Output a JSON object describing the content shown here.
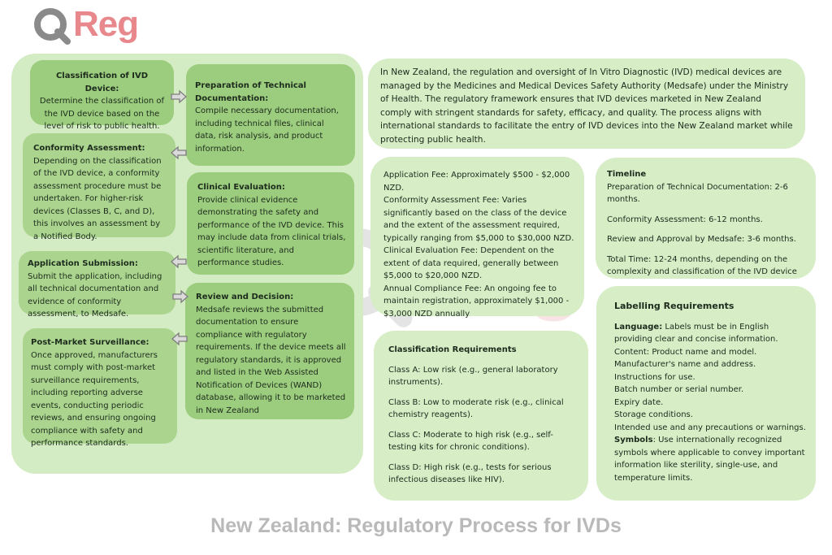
{
  "logo": {
    "text": "Reg"
  },
  "flow": {
    "classification": {
      "title": "Classification of IVD Device:",
      "body": "Determine the classification of the IVD device based on the level of risk to public health."
    },
    "preparation": {
      "title": "Preparation of Technical Documentation:",
      "body": "Compile necessary documentation, including technical files, clinical data, risk analysis, and product information."
    },
    "conformity": {
      "title": "Conformity Assessment:",
      "body": "Depending on the classification of the IVD device, a conformity assessment procedure must be undertaken. For higher-risk devices (Classes B, C, and D), this involves an assessment by a Notified Body."
    },
    "clinical": {
      "title": "Clinical Evaluation:",
      "body": "Provide clinical evidence demonstrating the safety and performance of the IVD device. This may include data from clinical trials, scientific literature, and performance studies."
    },
    "application": {
      "title": "Application Submission:",
      "body": "Submit the application, including all technical documentation and evidence of conformity assessment, to Medsafe."
    },
    "review": {
      "title": "Review and Decision:",
      "body": "Medsafe reviews the submitted documentation to ensure compliance with regulatory requirements. If the device meets all regulatory standards, it is approved and listed in the Web Assisted Notification of Devices (WAND) database, allowing it to be marketed in New Zealand"
    },
    "postmarket": {
      "title": "Post-Market Surveillance:",
      "body": "Once approved, manufacturers must comply with post-market surveillance requirements, including reporting adverse events, conducting periodic reviews, and ensuring ongoing compliance with safety and performance standards."
    }
  },
  "intro": {
    "text": "In New Zealand, the regulation and oversight of In Vitro Diagnostic (IVD) medical devices are managed by the Medicines and Medical Devices Safety Authority (Medsafe) under the Ministry of Health. The regulatory framework ensures that IVD devices marketed in New Zealand comply with stringent standards for safety, efficacy, and quality. The process aligns with international standards to facilitate the entry of IVD devices into the New Zealand market while protecting public health."
  },
  "fees": {
    "application": "Application Fee: Approximately $500 - $2,000 NZD.",
    "conformity": "Conformity Assessment Fee: Varies significantly based on the class of the device and the extent of the assessment required, typically ranging from $5,000 to $30,000 NZD.",
    "clinical": "Clinical Evaluation Fee: Dependent on the extent of data required, generally between $5,000 to $20,000 NZD.",
    "annual": "Annual Compliance Fee: An ongoing fee to maintain registration, approximately $1,000 - $3,000 NZD annually"
  },
  "timeline": {
    "title": "Timeline",
    "items": [
      "Preparation of Technical Documentation: 2-6 months.",
      "Conformity Assessment: 6-12 months.",
      "Review and Approval by Medsafe: 3-6 months.",
      "Total Time: 12-24 months, depending on the complexity and classification of the IVD device"
    ]
  },
  "classification_req": {
    "title": "Classification Requirements",
    "items": [
      "Class A: Low risk (e.g., general laboratory instruments).",
      "Class B: Low to moderate risk (e.g., clinical chemistry reagents).",
      "Class C: Moderate to high risk (e.g., self-testing kits for chronic conditions).",
      "Class D: High risk (e.g., tests for serious infectious diseases like HIV)."
    ]
  },
  "labelling": {
    "title": "Labelling Requirements",
    "language_label": "Language:",
    "language_text": " Labels must be in English providing clear and concise information.",
    "lines": [
      "Content: Product name and model.",
      "Manufacturer's name and address.",
      "Instructions for use.",
      "Batch number or serial number.",
      "Expiry date.",
      "Storage conditions.",
      "Intended use and any precautions or warnings."
    ],
    "symbols_label": "Symbols",
    "symbols_text": ": Use internationally recognized symbols where applicable to convey important information like sterility, single-use, and temperature limits."
  },
  "footer": {
    "title": "New Zealand: Regulatory Process for IVDs"
  },
  "colors": {
    "brand_pink": "#e8888c",
    "brand_gray": "#8a8a8a",
    "panel_green": "#d4ecc4",
    "box_green": "#9ccd7e"
  }
}
